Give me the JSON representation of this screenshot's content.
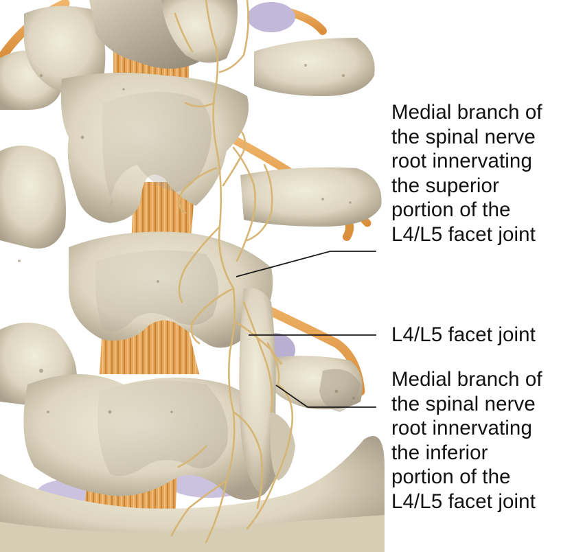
{
  "figure": {
    "subject": "Posterior view of lumbar spine showing medial branch nerves and L4/L5 facet joint",
    "colors": {
      "bone": "#e3dcc7",
      "bone_shadow": "#a8a08e",
      "nerve": "#e8a656",
      "nerve_branch": "#d9b77a",
      "disc": "#bdb3d6",
      "leader_line": "#1a1a1a",
      "text": "#111111"
    }
  },
  "labels": [
    {
      "id": "superior-medial-branch",
      "lines": [
        "Medial branch of",
        "the spinal nerve",
        "root innervating",
        "the superior",
        "portion of the",
        "L4/L5 facet joint"
      ]
    },
    {
      "id": "facet-joint",
      "lines": [
        "L4/L5 facet joint"
      ]
    },
    {
      "id": "inferior-medial-branch",
      "lines": [
        "Medial branch of",
        "the spinal nerve",
        "root innervating",
        "the inferior",
        "portion of the",
        "L4/L5 facet joint"
      ]
    }
  ]
}
